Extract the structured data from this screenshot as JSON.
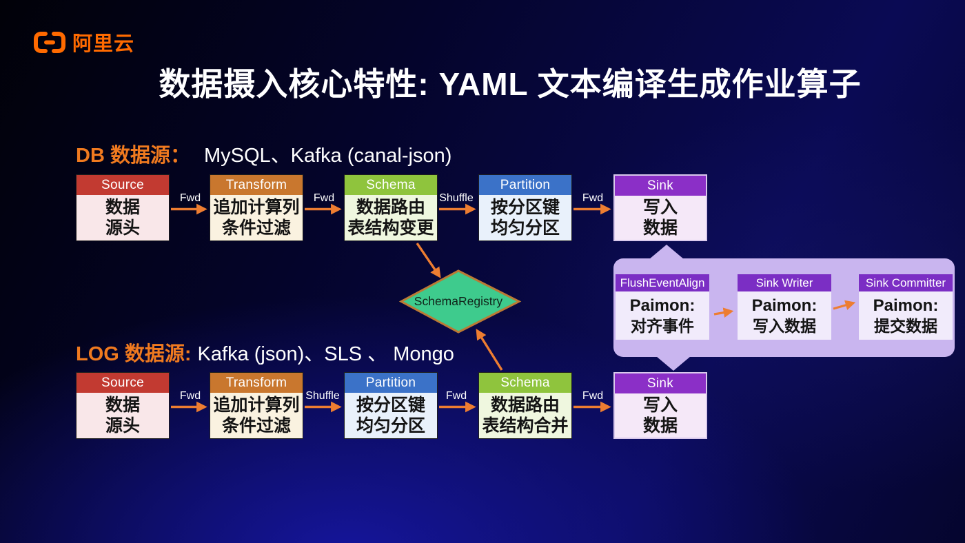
{
  "page": {
    "title": "数据摄入核心特性: YAML 文本编译生成作业算子"
  },
  "logo": {
    "text": "阿里云"
  },
  "colors": {
    "accent_orange": "#ED7D31",
    "logo_orange": "#FF6A00",
    "source_red": "#C23A31",
    "transform_orange": "#C9772E",
    "schema_green": "#8FC43D",
    "partition_blue": "#3B72C8",
    "sink_purple": "#8B2FC7",
    "registry_green": "#3ECB8D",
    "registry_border": "#BA7A35",
    "panel_purple": "#C9B5EF",
    "panel_header_purple": "#7B2EC4",
    "background_navy": "#0A0A54"
  },
  "db_row": {
    "label_prefix": "DB 数据源：",
    "label_sources": "MySQL、Kafka (canal-json)",
    "nodes": [
      {
        "header": "Source",
        "line1": "数据",
        "line2": "源头"
      },
      {
        "header": "Transform",
        "line1": "追加计算列",
        "line2": "条件过滤"
      },
      {
        "header": "Schema",
        "line1": "数据路由",
        "line2": "表结构变更"
      },
      {
        "header": "Partition",
        "line1": "按分区键",
        "line2": "均匀分区"
      },
      {
        "header": "Sink",
        "line1": "写入",
        "line2": "数据"
      }
    ],
    "edges": [
      "Fwd",
      "Fwd",
      "Shuffle",
      "Fwd"
    ]
  },
  "log_row": {
    "label_prefix": "LOG 数据源:",
    "label_sources": "Kafka (json)、SLS 、 Mongo",
    "nodes": [
      {
        "header": "Source",
        "line1": "数据",
        "line2": "源头"
      },
      {
        "header": "Transform",
        "line1": "追加计算列",
        "line2": "条件过滤"
      },
      {
        "header": "Partition",
        "line1": "按分区键",
        "line2": "均匀分区"
      },
      {
        "header": "Schema",
        "line1": "数据路由",
        "line2": "表结构合并"
      },
      {
        "header": "Sink",
        "line1": "写入",
        "line2": "数据"
      }
    ],
    "edges": [
      "Fwd",
      "Shuffle",
      "Fwd",
      "Fwd"
    ]
  },
  "registry": {
    "label": "SchemaRegistry"
  },
  "sink_detail": {
    "nodes": [
      {
        "header": "FlushEventAlign",
        "line1": "Paimon:",
        "line2": "对齐事件"
      },
      {
        "header": "Sink Writer",
        "line1": "Paimon:",
        "line2": "写入数据"
      },
      {
        "header": "Sink Committer",
        "line1": "Paimon:",
        "line2": "提交数据"
      }
    ]
  }
}
